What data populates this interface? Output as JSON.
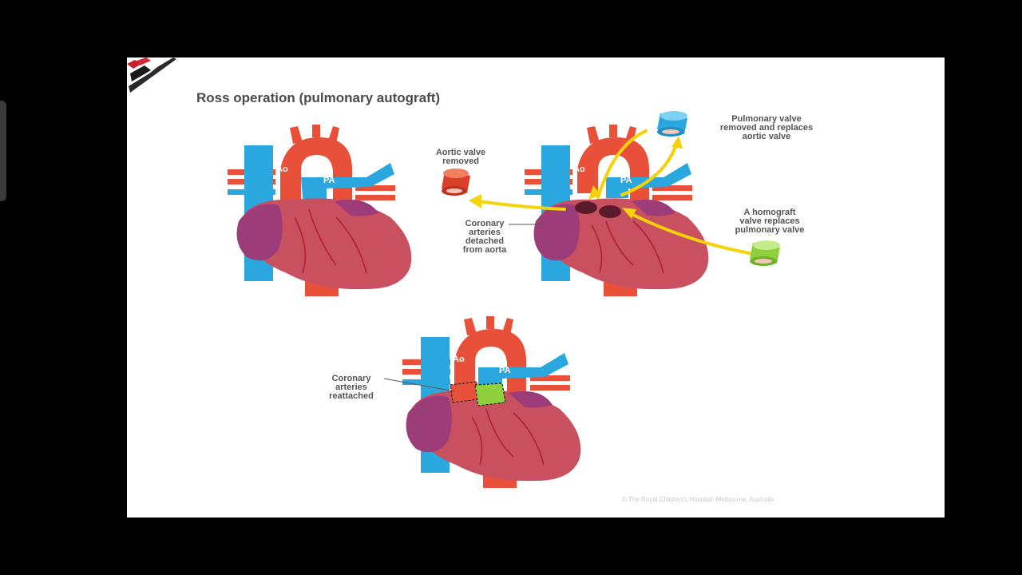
{
  "slide": {
    "title": "Ross operation (pulmonary autograft)",
    "credit": "© The Royal Children's Hospital, Melbourne, Australia"
  },
  "vessels": {
    "aorta": "Ao",
    "pulmonary_artery": "PA"
  },
  "labels": {
    "aortic_valve_removed": [
      "Aortic valve",
      "removed"
    ],
    "pulmonary_valve_removed": [
      "Pulmonary valve",
      "removed and replaces",
      "aortic valve"
    ],
    "coronary_detached": [
      "Coronary",
      "arteries",
      "detached",
      "from aorta"
    ],
    "homograft": [
      "A homograft",
      "valve replaces",
      "pulmonary valve"
    ],
    "coronary_reattached": [
      "Coronary",
      "arteries",
      "reattached"
    ]
  },
  "colors": {
    "aorta": "#e8503a",
    "pulmonary_artery": "#2aa7df",
    "heart": "#c9505f",
    "atrium": "#9c3c78",
    "arrow": "#f5d20a",
    "homograft": "#8fd13c",
    "background": "#000000"
  }
}
